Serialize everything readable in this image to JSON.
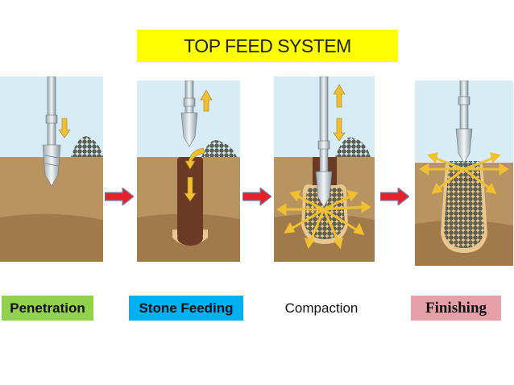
{
  "title": "TOP FEED SYSTEM",
  "steps": [
    {
      "label": "Penetration",
      "color": "#92d050"
    },
    {
      "label": "Stone Feeding",
      "color": "#00b0f0"
    },
    {
      "label": "Compaction",
      "color": "#ffffff"
    },
    {
      "label": "Finishing",
      "color": "#e6a0a8"
    }
  ],
  "colors": {
    "sky": "#d8ecf6",
    "soil": "#b89463",
    "soil_dark": "#a07a4a",
    "stone": "#6d7060",
    "arrow_red": "#e8202a",
    "arrow_yellow": "#f0c030"
  },
  "icons": [
    "vibroprobe-icon",
    "stone-pile-icon",
    "flow-arrow-icon"
  ]
}
